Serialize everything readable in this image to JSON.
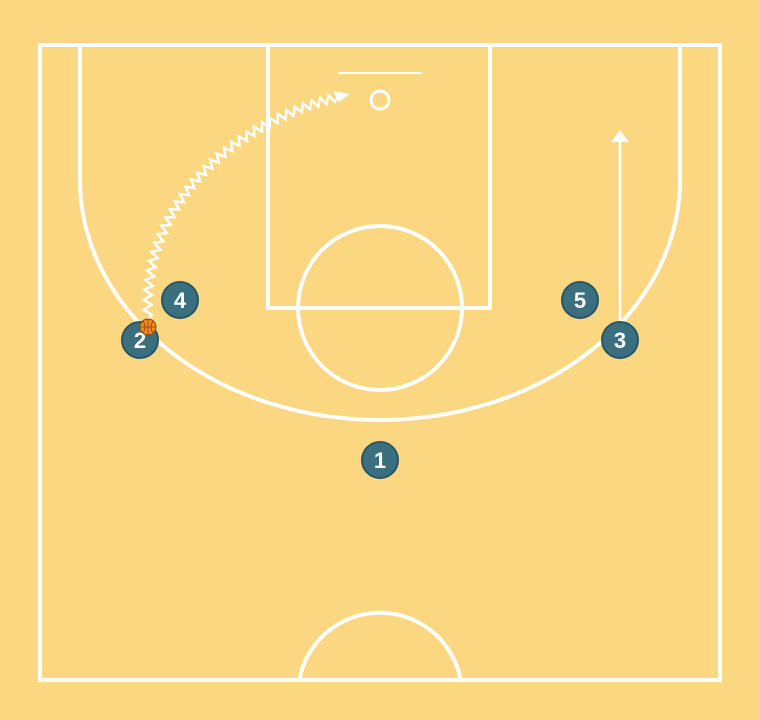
{
  "colors": {
    "background": "#fad780",
    "lines": "#ffffff",
    "player_fill": "#3a6f80",
    "player_stroke": "#2a5563",
    "ball": "#f08a1e"
  },
  "players": [
    {
      "id": "p1",
      "label": "1"
    },
    {
      "id": "p2",
      "label": "2",
      "has_ball": true
    },
    {
      "id": "p3",
      "label": "3"
    },
    {
      "id": "p4",
      "label": "4"
    },
    {
      "id": "p5",
      "label": "5"
    }
  ],
  "actions": [
    {
      "type": "dribble",
      "player": "2",
      "icon": "zigzag-arrow"
    },
    {
      "type": "cut",
      "player": "3",
      "icon": "straight-arrow"
    }
  ]
}
